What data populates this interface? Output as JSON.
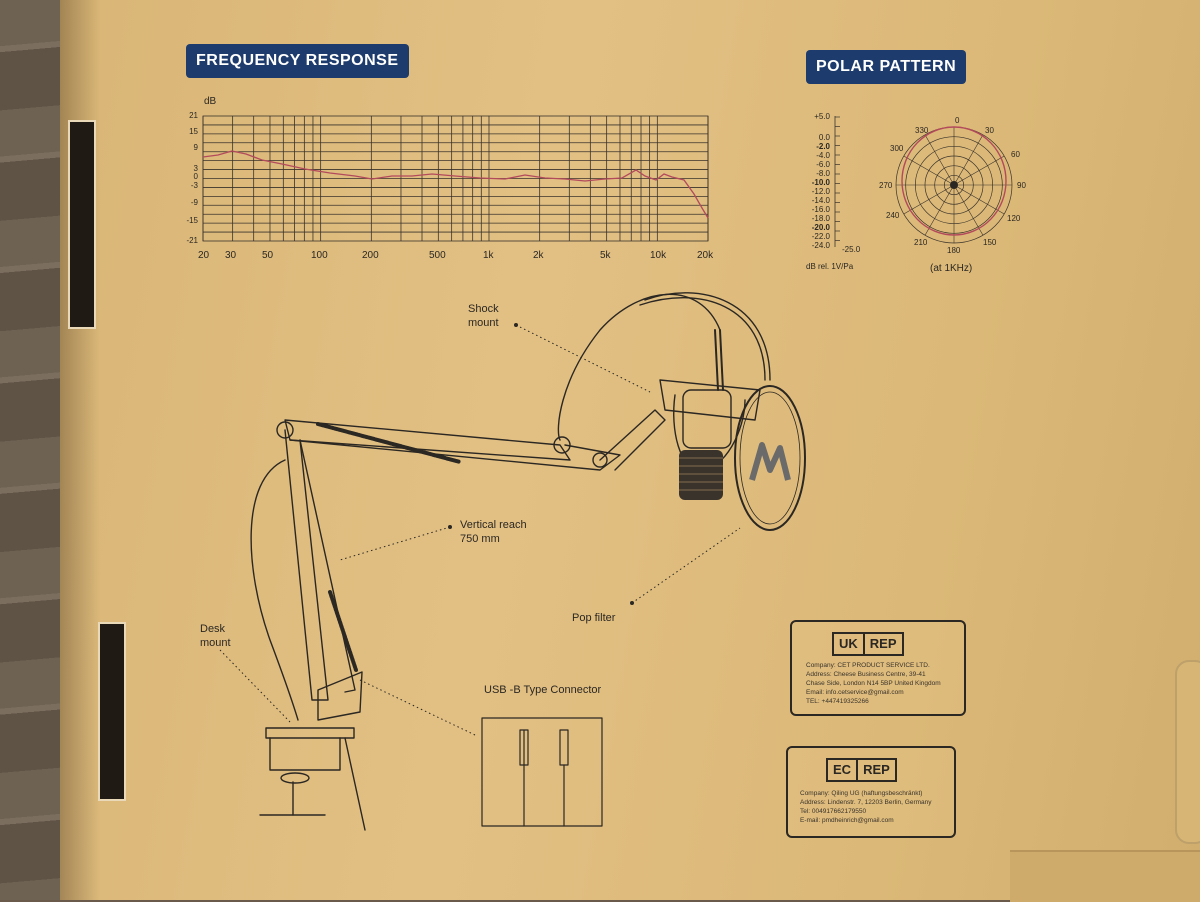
{
  "freq": {
    "title": "FREQUENCY RESPONSE",
    "unit": "dB",
    "y_ticks": [
      "21",
      "15",
      "9",
      "3",
      "0",
      "-3",
      "-9",
      "-15",
      "-21"
    ],
    "x_ticks": [
      "20",
      "30",
      "50",
      "100",
      "200",
      "500",
      "1k",
      "2k",
      "5k",
      "10k",
      "20k"
    ],
    "curve_color": "#b34a5c"
  },
  "polar": {
    "title": "POLAR PATTERN",
    "db_ticks": [
      "+5.0",
      "0.0",
      "-2.0",
      "-4.0",
      "-6.0",
      "-8.0",
      "-10.0",
      "-12.0",
      "-14.0",
      "-16.0",
      "-18.0",
      "-20.0",
      "-22.0",
      "-24.0"
    ],
    "db_min": "-25.0",
    "ref_label": "dB rel. 1V/Pa",
    "angles": [
      "0",
      "30",
      "60",
      "90",
      "120",
      "150",
      "180",
      "210",
      "240",
      "270",
      "300",
      "330"
    ],
    "caption": "(at 1KHz)"
  },
  "diagram": {
    "shock_mount": "Shock\nmount",
    "vertical_reach": "Vertical reach\n750 mm",
    "pop_filter": "Pop filter",
    "desk_mount": "Desk\nmount",
    "usb_connector": "USB -B Type Connector"
  },
  "uk_rep": {
    "tag_a": "UK",
    "tag_b": "REP",
    "lines": [
      "Company: CET PRODUCT SERVICE LTD.",
      "Address: Cheese Business Centre, 39-41",
      "Chase Side, London N14 5BP United Kingdom",
      "Email: info.cetservice@gmail.com",
      "TEL: +447419325266"
    ]
  },
  "ec_rep": {
    "tag_a": "EC",
    "tag_b": "REP",
    "lines": [
      "Company: Qiling UG (haftungsbeschränkt)",
      "Address: Lindenstr. 7, 12203 Berlin, Germany",
      "Tel: 004917662179550",
      "E-mail: pmdheinrich@gmail.com"
    ]
  },
  "colors": {
    "navy_label": "#1d3b6c",
    "box_cardboard": "#e0be80",
    "ink": "#2b2722"
  }
}
